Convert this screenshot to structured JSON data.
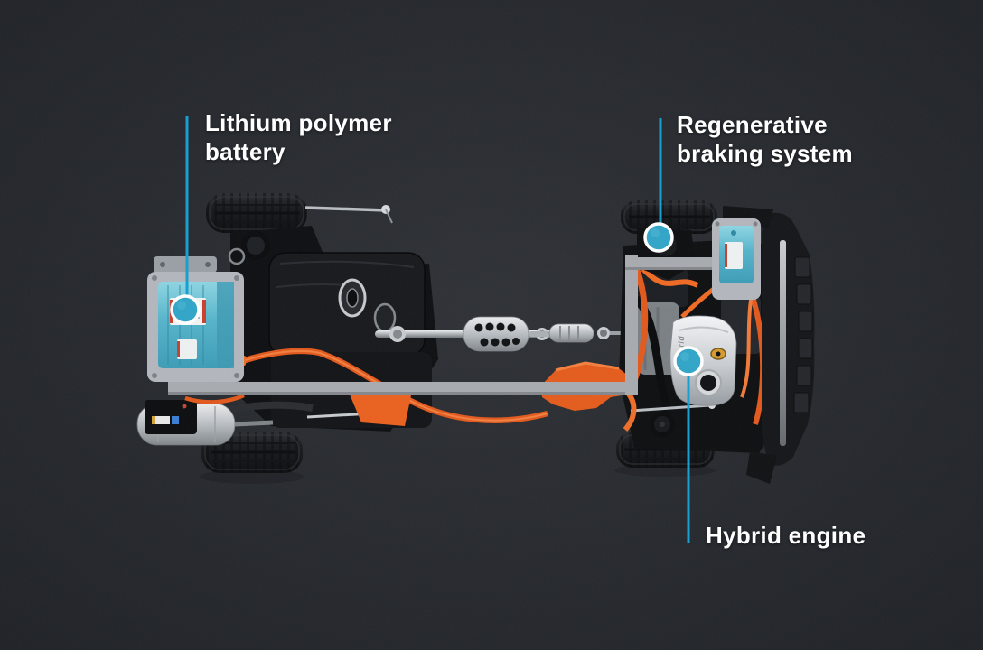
{
  "diagram": {
    "callouts": {
      "battery": {
        "label": "Lithium polymer\nbattery"
      },
      "regen": {
        "label": "Regenerative\nbraking system"
      },
      "engine": {
        "label": "Hybrid engine"
      }
    },
    "engine_cover_text": "hybrid",
    "colors": {
      "background": "#26292e",
      "accent_cyan_line": "#149fd2",
      "marker_fill": "#31a5c8",
      "marker_ring": "#ffffff",
      "battery_teal": "#55b4ca",
      "highlight_frame_gray": "#a7abb0",
      "hv_cable_orange": "#e45c1c",
      "label_text": "#ffffff"
    }
  }
}
